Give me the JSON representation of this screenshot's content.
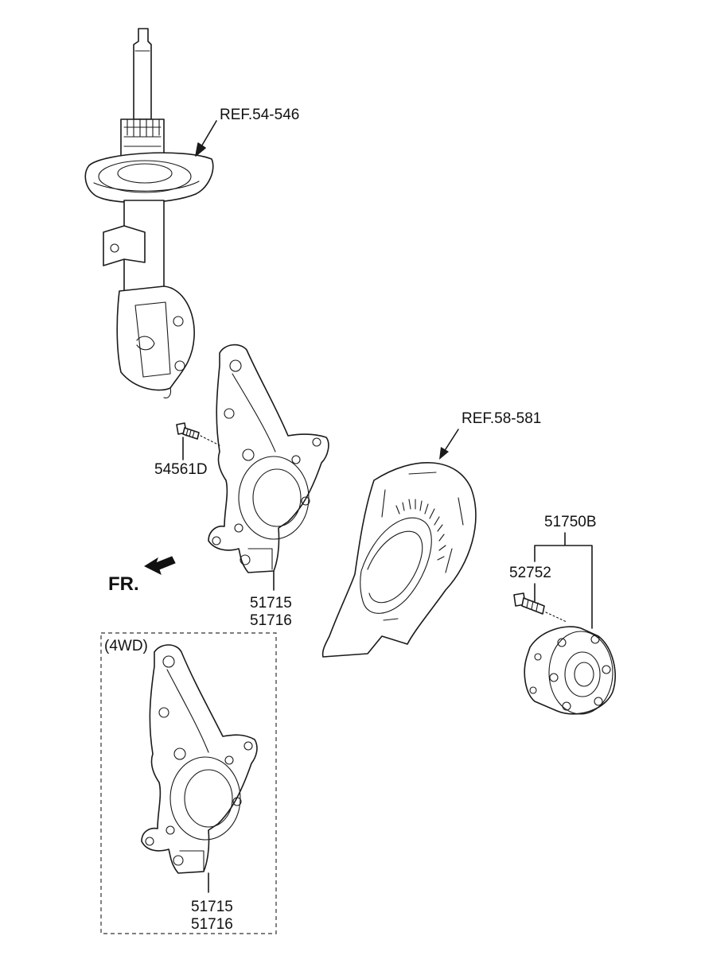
{
  "labels": {
    "ref_strut": "REF.54-546",
    "ref_shield": "REF.58-581",
    "bolt_knuckle": "54561D",
    "knuckle_a": "51715",
    "knuckle_b": "51716",
    "hub_assembly": "51750B",
    "hub_bolt": "52752",
    "front": "FR.",
    "variant": "(4WD)",
    "knuckle_4wd_a": "51715",
    "knuckle_4wd_b": "51716"
  },
  "colors": {
    "line": "#1a1a1a",
    "background": "#ffffff"
  }
}
